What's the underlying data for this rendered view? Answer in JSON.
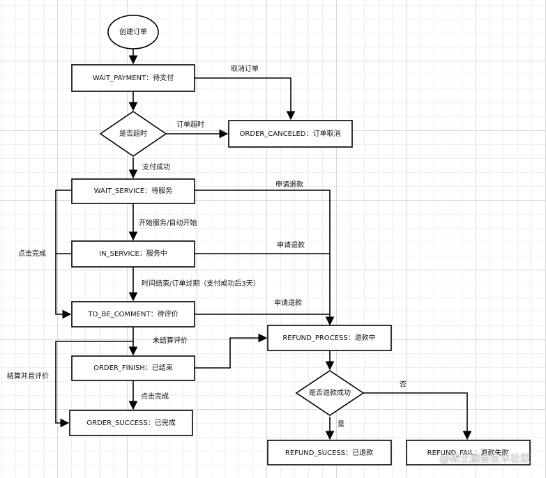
{
  "nodes": {
    "create_order": "创建订单",
    "wait_payment": "WAIT_PAYMENT：待支付",
    "is_timeout": "是否超时",
    "order_canceled": "ORDER_CANCELED：订单取消",
    "wait_service": "WAIT_SERVICE：待服务",
    "in_service": "IN_SERVICE：服务中",
    "to_be_comment": "TO_BE_COMMENT：待评价",
    "refund_process": "REFUND_PROCESS：退款中",
    "order_finish": "ORDER_FINISH：已结束",
    "order_success": "ORDER_SUCCESS：已完成",
    "is_refund_success": "是否退款成功",
    "refund_sucess": "REFUND_SUCESS：已退款",
    "refund_fail": "REFUND_FAIL：退款失败"
  },
  "edges": {
    "cancel_order": "取消订单",
    "order_timeout": "订单超时",
    "pay_success": "支付成功",
    "refund_req_1": "申请退款",
    "start_service": "开始服务/自动开始",
    "refund_req_2": "申请退款",
    "click_complete_left": "点击完成",
    "time_end": "时间结束/订单过期（支付成功后3天）",
    "refund_req_3": "申请退款",
    "unsettled_comment": "未结算评价",
    "settle_and_comment": "结算并且评价",
    "click_complete": "点击完成",
    "no": "否",
    "yes": "是"
  },
  "watermark": "@稀土掘金技术社区",
  "colors": {
    "line": "#000000",
    "fill": "#ffffff",
    "grid": "#d6d6d6"
  }
}
